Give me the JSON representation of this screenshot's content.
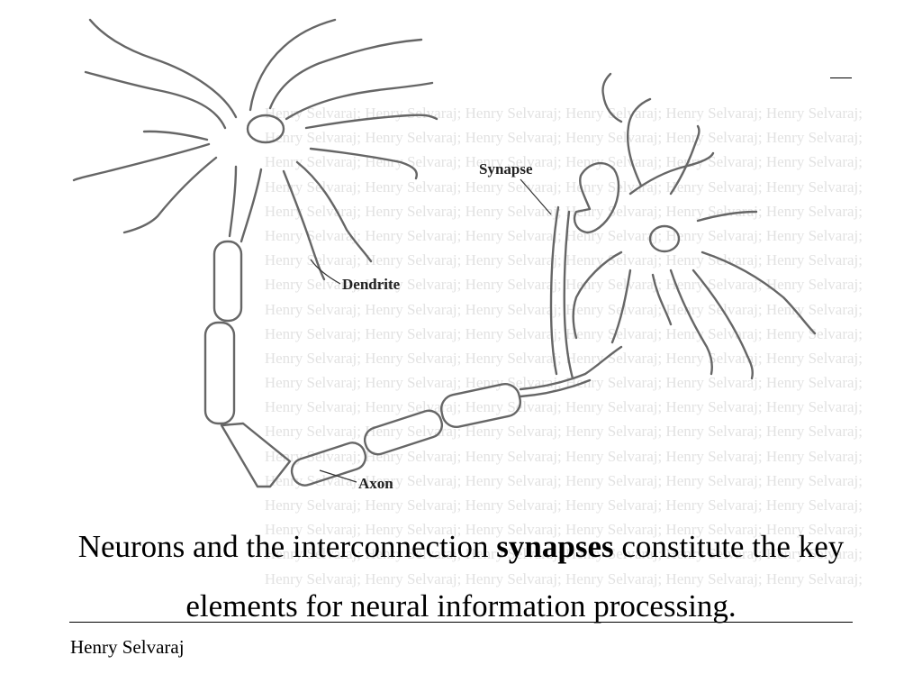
{
  "slide": {
    "caption": {
      "before": "Neurons and the interconnection ",
      "emphasis": "synapses",
      "after": " constitute the key elements for neural information processing."
    },
    "footer": "Henry Selvaraj",
    "watermark_text": "Henry Selvaraj; Henry Selvaraj; Henry Selvaraj; Henry Selvaraj; Henry Selvaraj; Henry Selvaraj;"
  },
  "diagram": {
    "labels": {
      "synapse": "Synapse",
      "dendrite": "Dendrite",
      "axon": "Axon"
    }
  }
}
